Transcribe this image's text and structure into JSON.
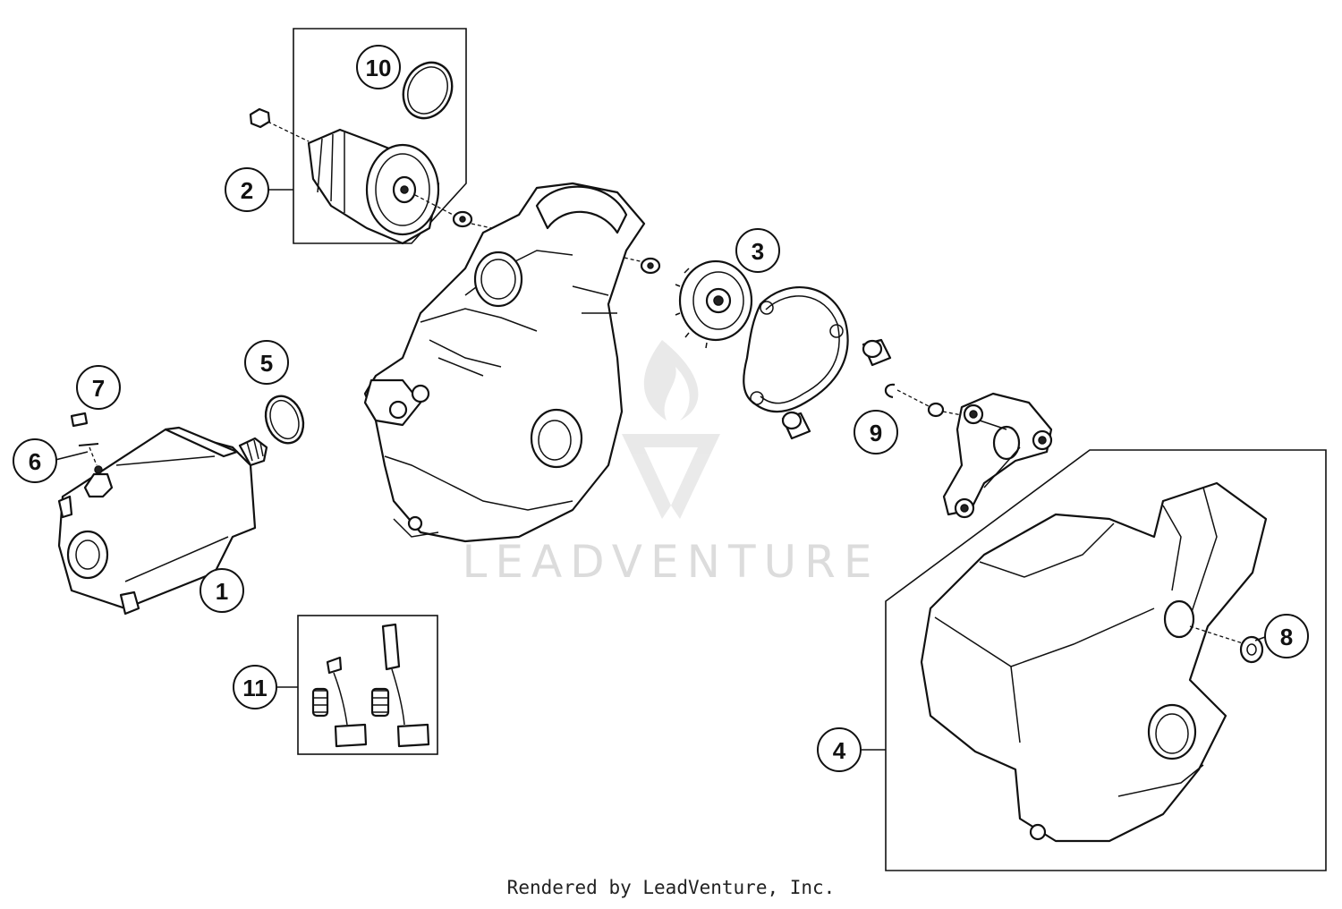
{
  "watermark": {
    "text": "LEADVENTURE"
  },
  "footer": {
    "text": "Rendered by LeadVenture, Inc."
  },
  "callouts": [
    "1",
    "2",
    "3",
    "4",
    "5",
    "6",
    "7",
    "8",
    "9",
    "10",
    "11"
  ],
  "colors": {
    "line": "#111111",
    "watermark": "#dcdcdc",
    "background": "#ffffff"
  }
}
